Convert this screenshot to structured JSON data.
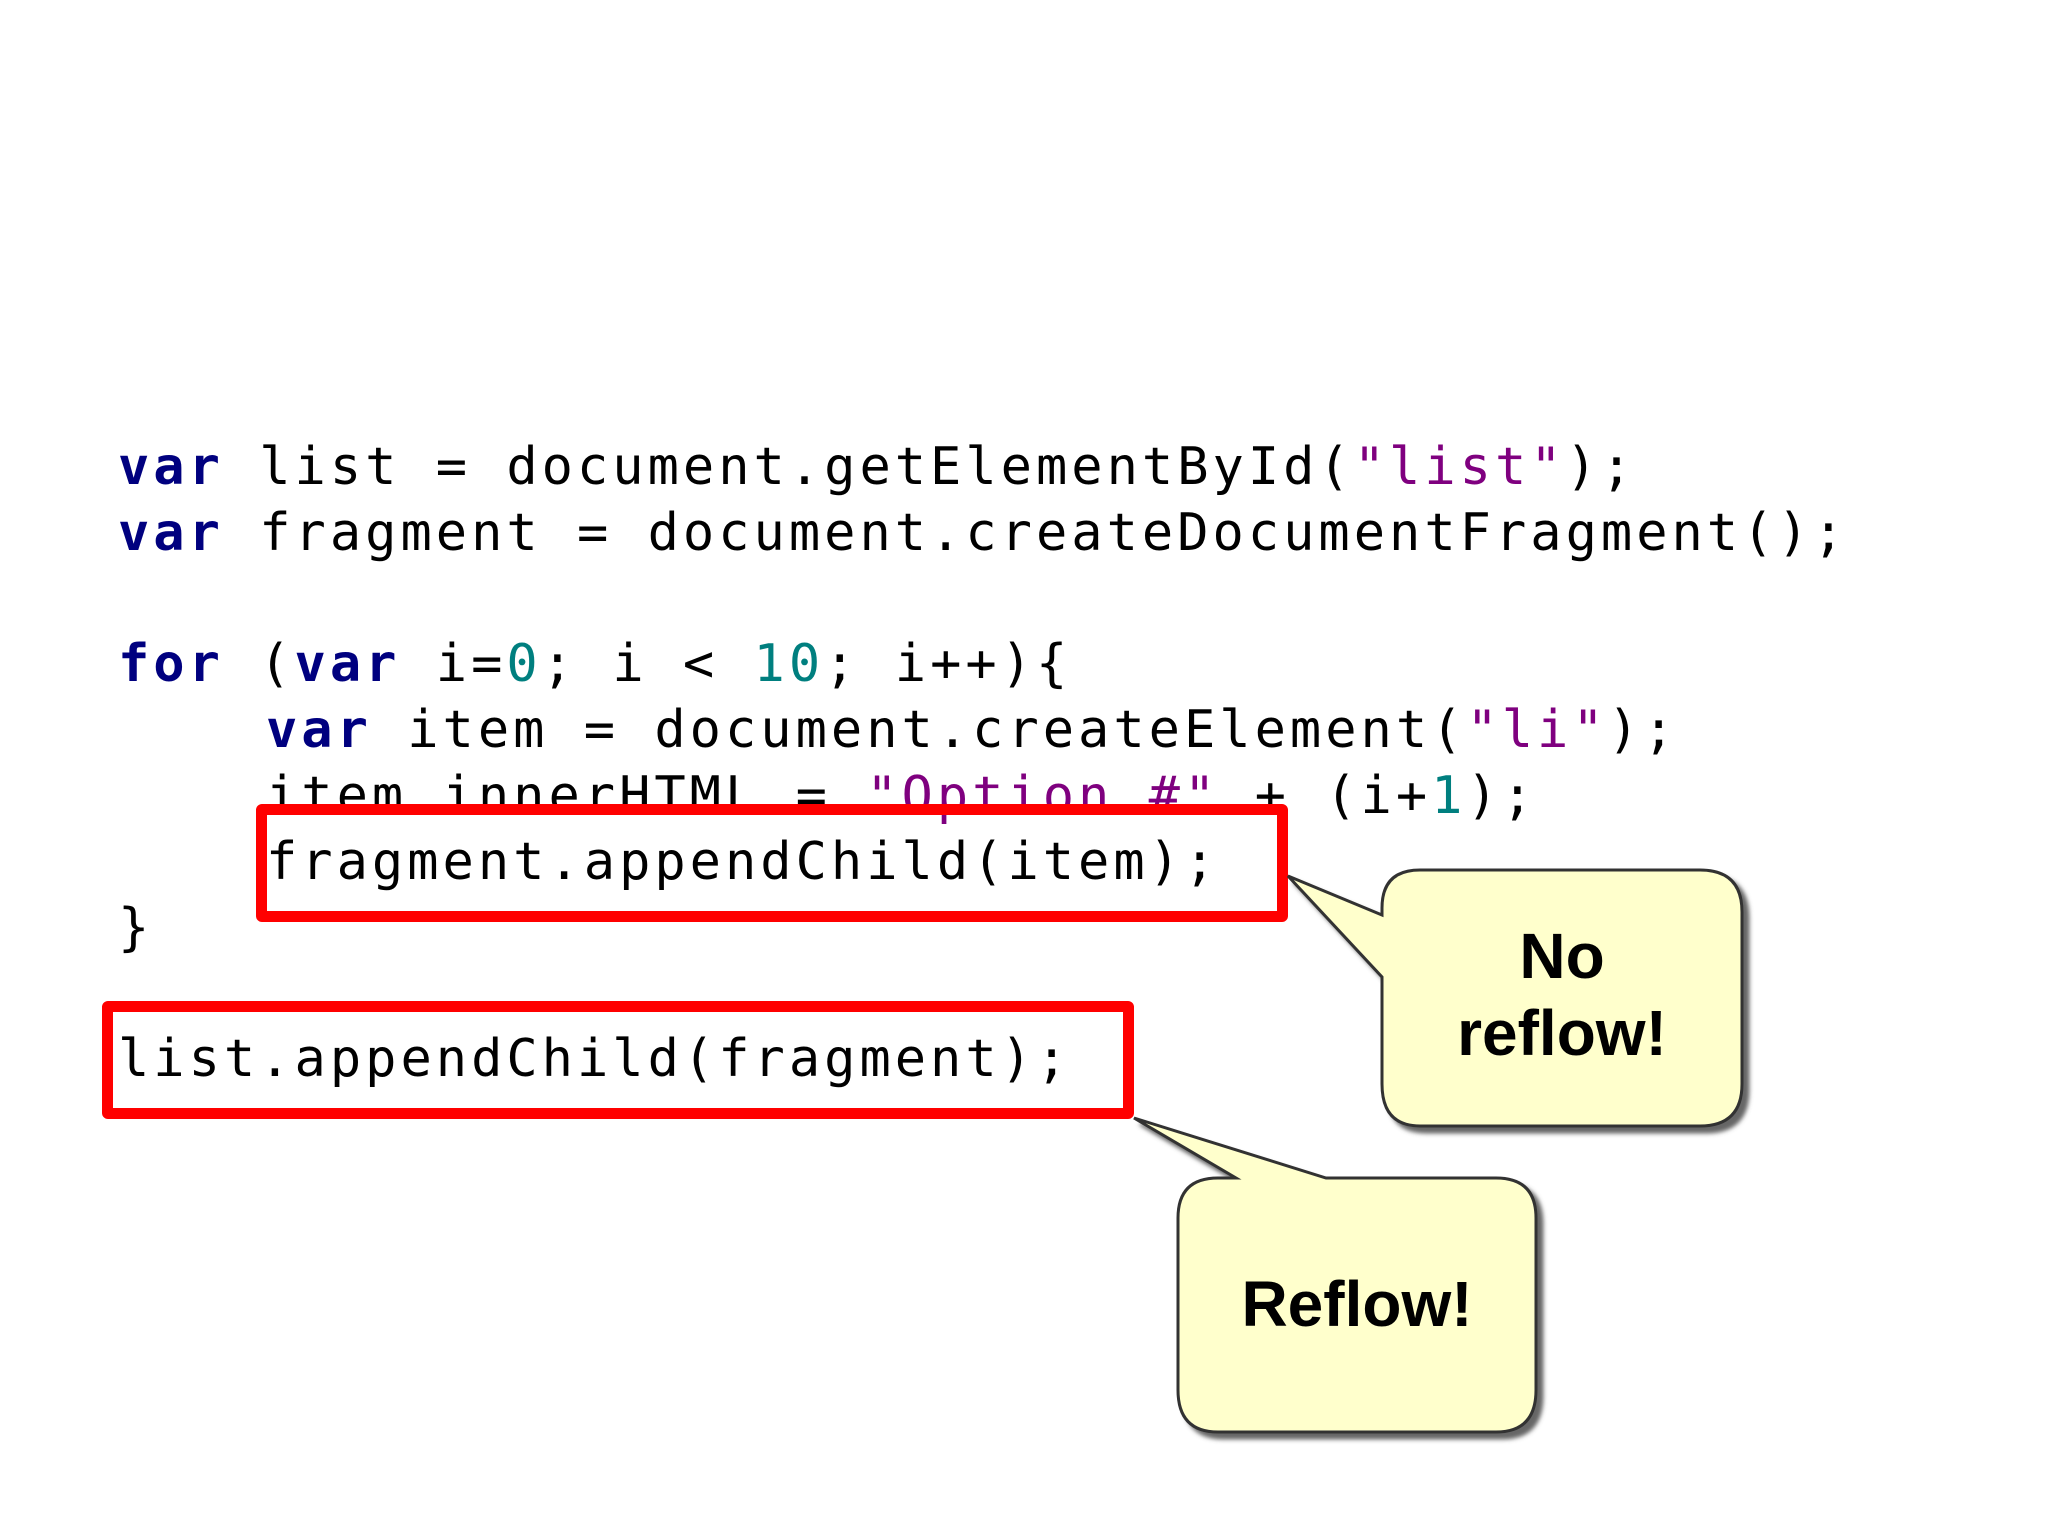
{
  "code": {
    "line1": {
      "kw": "var",
      "text1": " list = document.getElementById(",
      "str": "\"list\"",
      "text2": ");"
    },
    "line2": {
      "kw": "var",
      "text1": " fragment = document.createDocumentFragment();"
    },
    "line3": {
      "kw1": "for",
      "text1": " (",
      "kw2": "var",
      "text2": " i=",
      "num1": "0",
      "text3": "; i < ",
      "num2": "10",
      "text4": "; i++){"
    },
    "line4": {
      "kw": "var",
      "text1": " item = document.createElement(",
      "str": "\"li\"",
      "text2": ");"
    },
    "line5": {
      "text1": "item.innerHTML = ",
      "str": "\"Option #\"",
      "text2": " + (i+",
      "num": "1",
      "text3": ");"
    },
    "line6": {
      "text": "fragment.appendChild(item);"
    },
    "line7": {
      "text": "}"
    },
    "line8": {
      "text": "list.appendChild(fragment);"
    }
  },
  "callouts": {
    "no_reflow_line1": "No",
    "no_reflow_line2": "reflow!",
    "reflow": "Reflow!"
  },
  "colors": {
    "keyword": "#00007f",
    "string": "#7f007f",
    "number": "#007f7f",
    "highlight": "#ff0000",
    "callout_fill": "#ffffcc"
  }
}
